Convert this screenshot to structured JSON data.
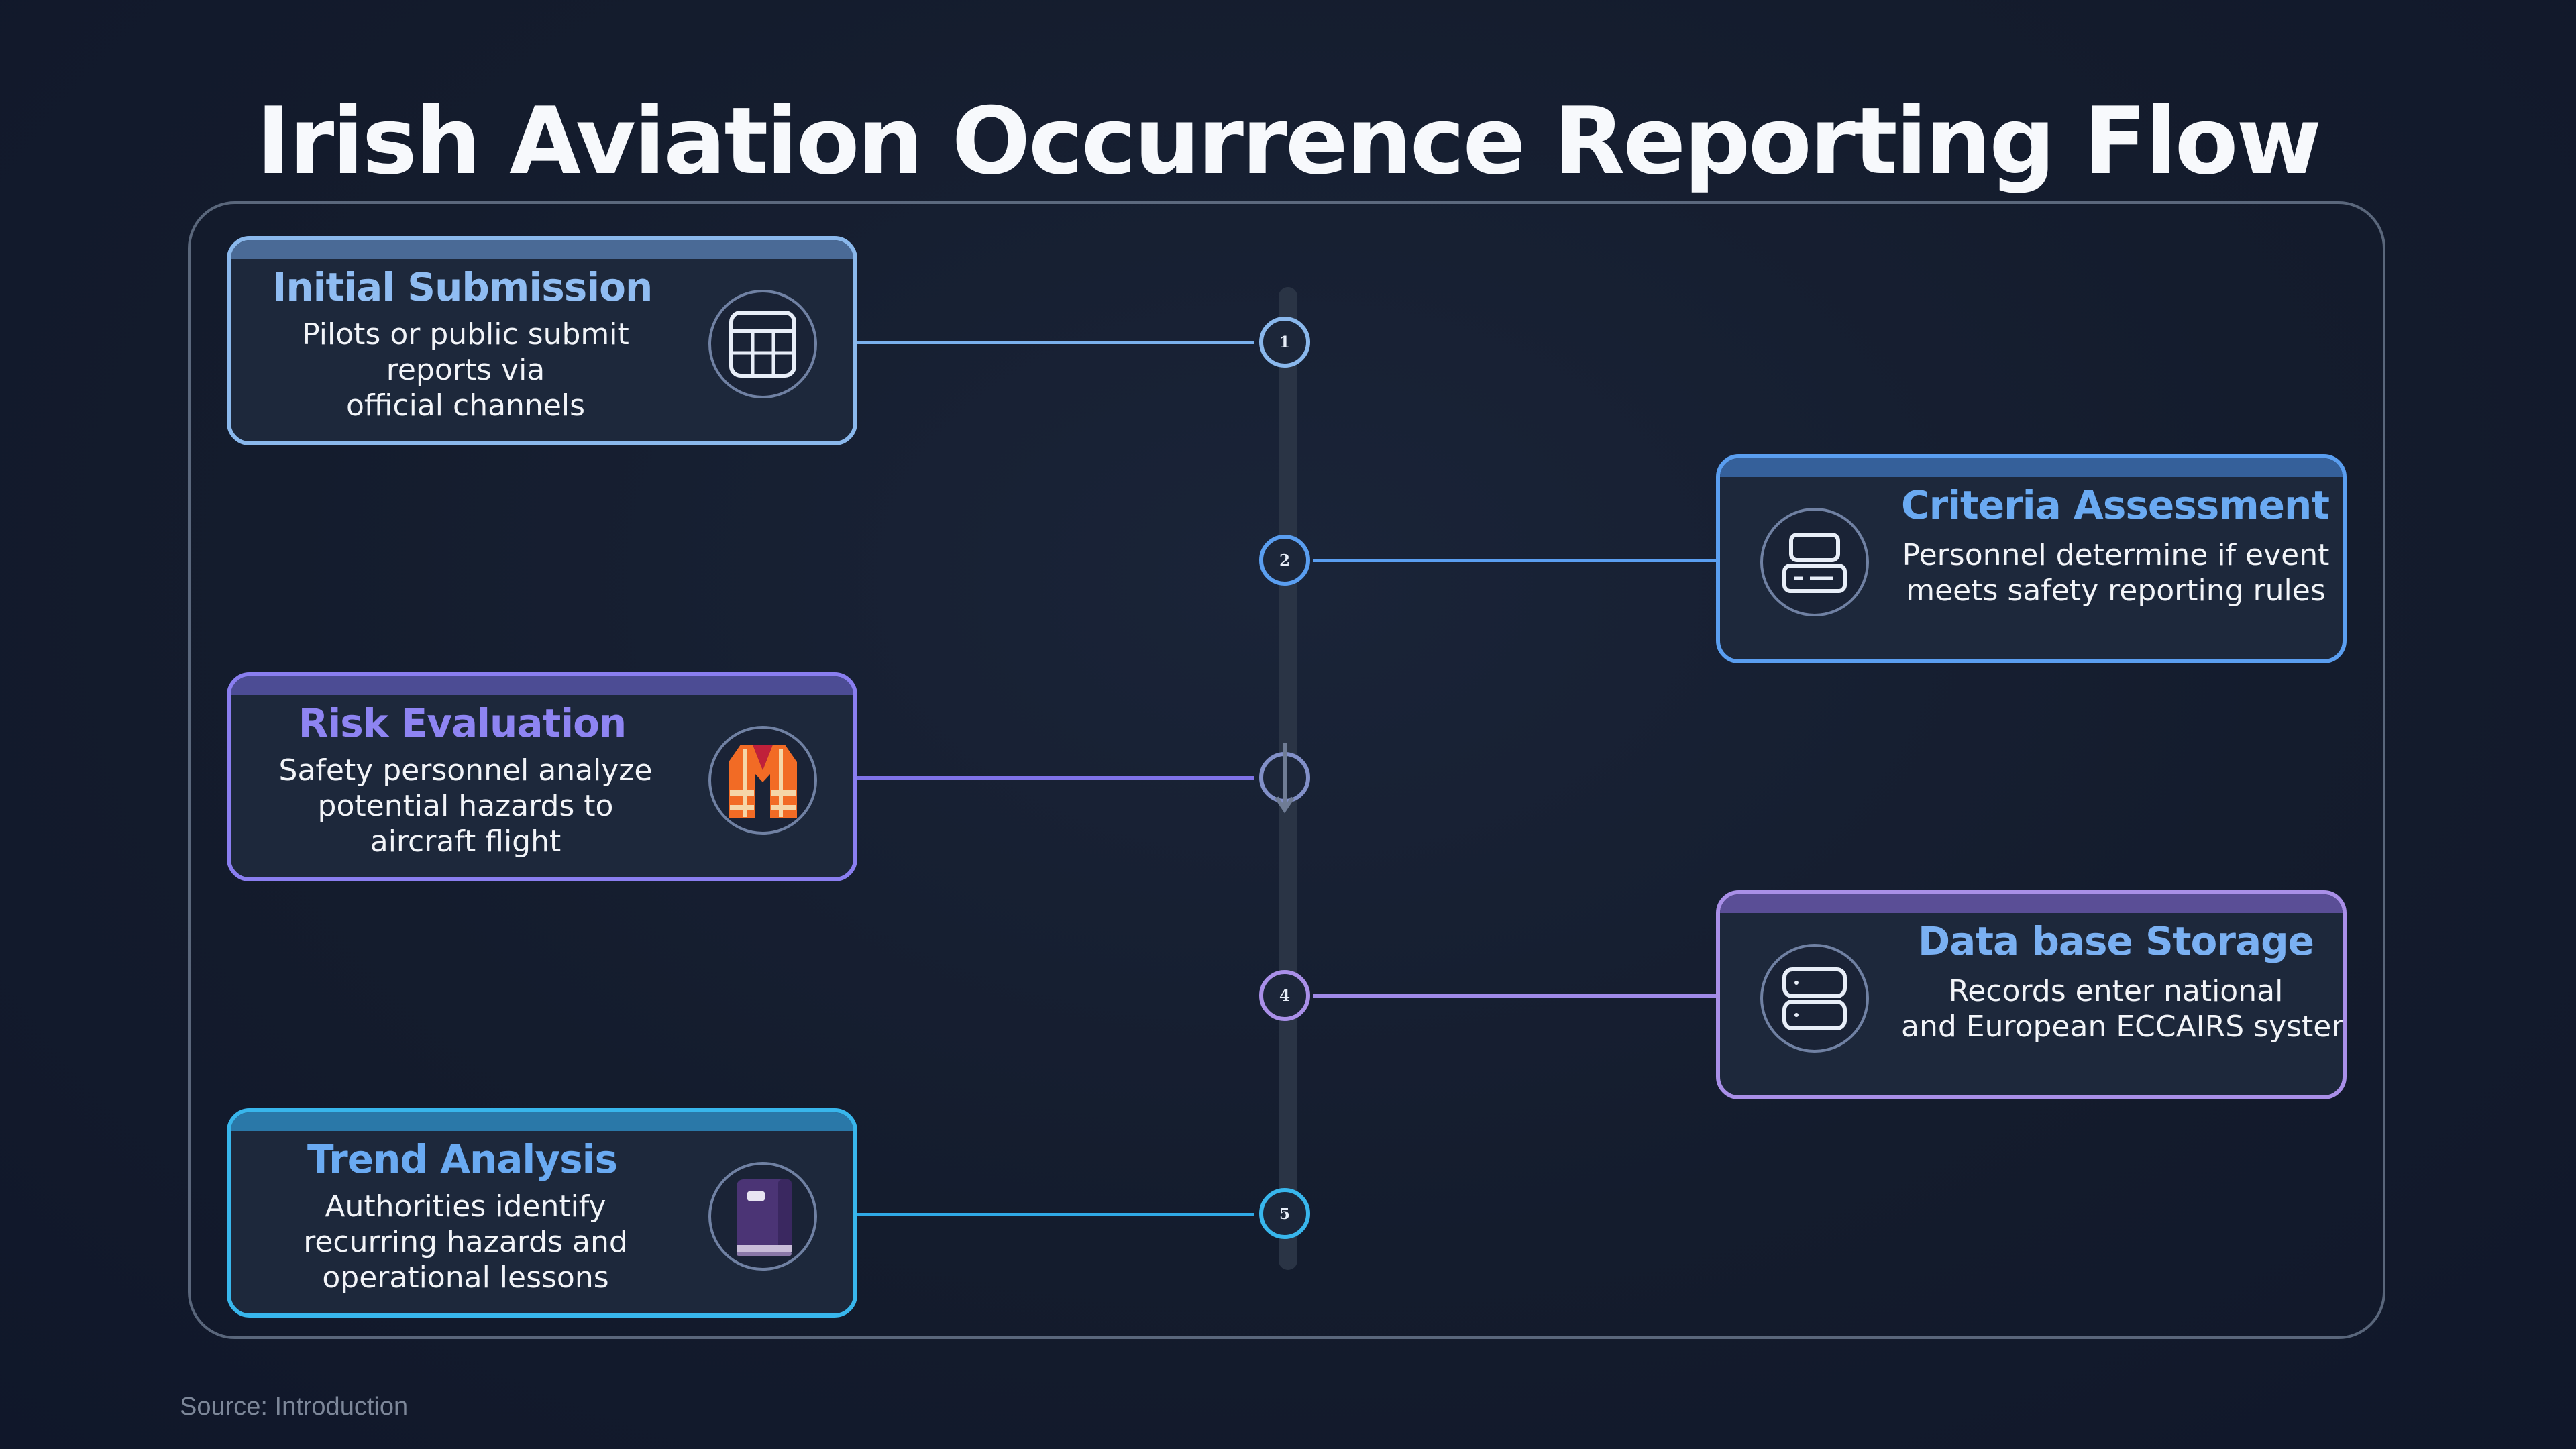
{
  "title": "Irish Aviation Occurrence Reporting Flow",
  "source": "Source: Introduction",
  "colors": {
    "step1": "#8ab8ec",
    "step2": "#5a9ef0",
    "step3": "#8a7ef0",
    "step4": "#a98fe8",
    "step5": "#38b6ec"
  },
  "steps": [
    {
      "number": "1",
      "title": "Initial Submission",
      "description": [
        "Pilots or public submit",
        "reports via",
        "official channels"
      ],
      "icon": "table-grid-icon"
    },
    {
      "number": "2",
      "title": "Criteria Assessment",
      "description": [
        "Personnel determine if event",
        "meets safety reporting rules"
      ],
      "icon": "server-rack-icon"
    },
    {
      "number": "",
      "title": "Risk Evaluation",
      "description": [
        "Safety personnel analyze",
        "potential hazards to",
        "aircraft flight"
      ],
      "icon": "safety-vest-icon"
    },
    {
      "number": "4",
      "title": "Data base Storage",
      "description": [
        "Records enter national",
        "and European ECCAIRS systems"
      ],
      "icon": "database-server-icon"
    },
    {
      "number": "5",
      "title": "Trend Analysis",
      "description": [
        "Authorities identify",
        "recurring hazards and",
        "operational lessons"
      ],
      "icon": "notebook-icon"
    }
  ]
}
